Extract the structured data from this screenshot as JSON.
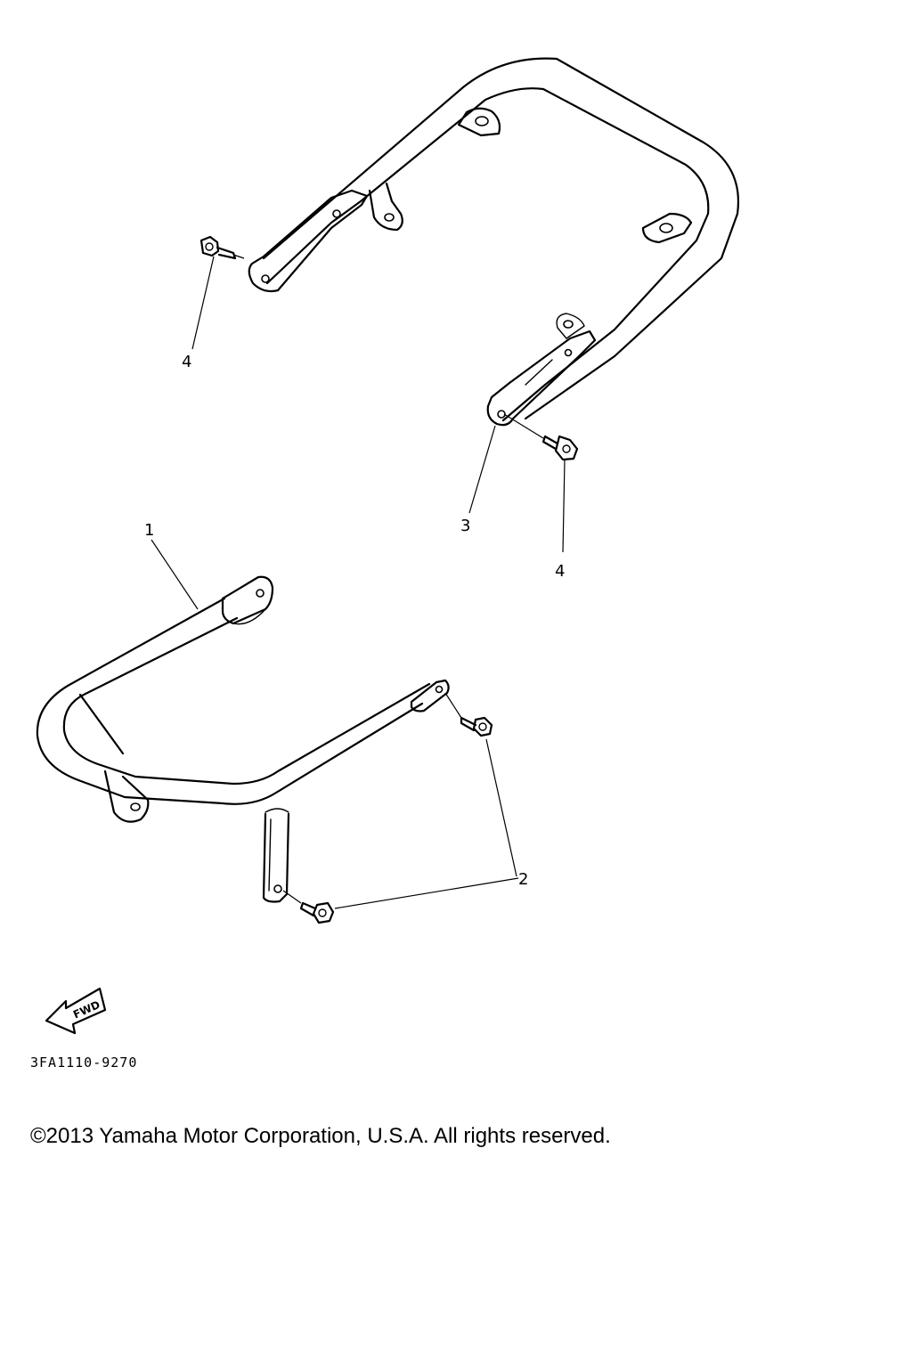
{
  "diagram": {
    "callouts": {
      "part_1": "1",
      "part_2": "2",
      "part_3": "3",
      "part_4_upper": "4",
      "part_4_lower": "4"
    },
    "direction_label": "FWD",
    "diagram_code": "3FA1110-9270"
  },
  "footer": {
    "copyright": "©2013 Yamaha Motor Corporation, U.S.A. All rights reserved."
  }
}
